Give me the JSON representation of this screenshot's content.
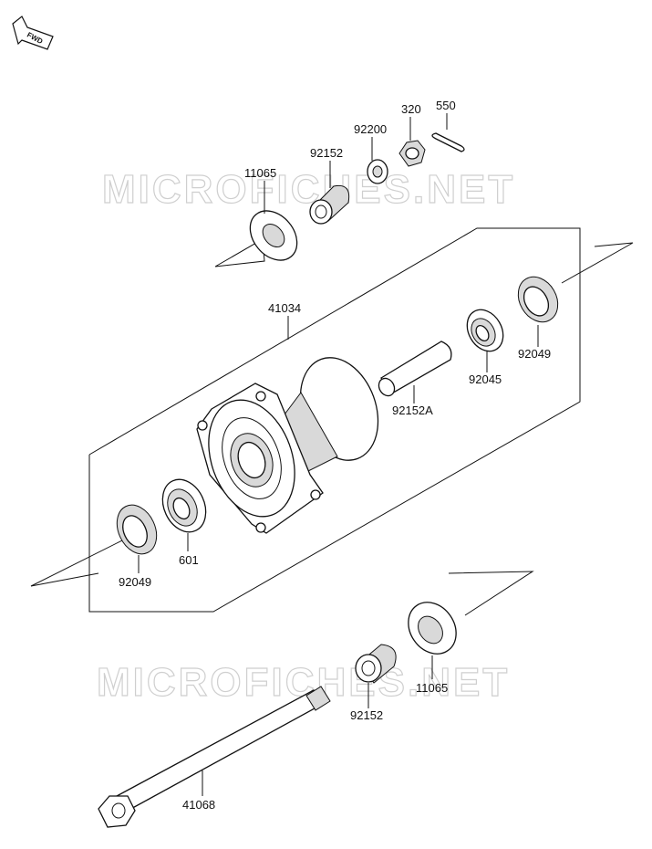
{
  "watermark": "MICROFICHES.NET",
  "fwd": "FWD",
  "labels": {
    "p550": "550",
    "p320": "320",
    "p92200": "92200",
    "p92152_top": "92152",
    "p11065_top": "11065",
    "p41034": "41034",
    "p92049_right": "92049",
    "p92045": "92045",
    "p92152A": "92152A",
    "p601": "601",
    "p92049_left": "92049",
    "p11065_bottom": "11065",
    "p92152_bottom": "92152",
    "p41068": "41068"
  }
}
